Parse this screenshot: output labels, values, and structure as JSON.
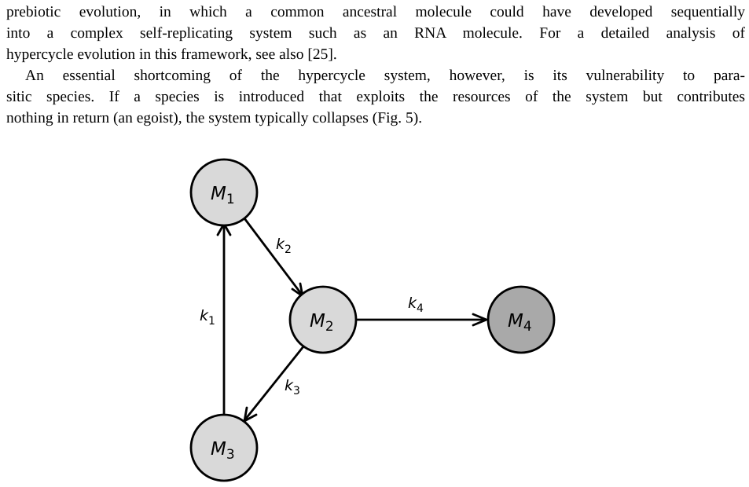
{
  "text": {
    "para1_line1": "prebiotic evolution, in which a common ancestral molecule could have developed sequentially",
    "para1_line2": "into a complex self-replicating system such as an RNA molecule. For a detailed analysis of",
    "para1_line3": "hypercycle evolution in this framework, see also [25].",
    "para2_line1": "An essential shortcoming of the hypercycle system, however, is its vulnerability to para-",
    "para2_line2": "sitic species. If a species is introduced that exploits the resources of the system but contributes",
    "para2_line3": "nothing in return (an egoist), the system typically collapses (Fig. 5)."
  },
  "figure": {
    "nodes": [
      {
        "id": "M1",
        "symbol": "M",
        "subscript": "1",
        "fill": "#d9d9d9"
      },
      {
        "id": "M2",
        "symbol": "M",
        "subscript": "2",
        "fill": "#d9d9d9"
      },
      {
        "id": "M3",
        "symbol": "M",
        "subscript": "3",
        "fill": "#d9d9d9"
      },
      {
        "id": "M4",
        "symbol": "M",
        "subscript": "4",
        "fill": "#a9a9a9"
      }
    ],
    "edges": [
      {
        "from": "M1",
        "to": "M2",
        "symbol": "k",
        "subscript": "2"
      },
      {
        "from": "M2",
        "to": "M3",
        "symbol": "k",
        "subscript": "3"
      },
      {
        "from": "M3",
        "to": "M1",
        "symbol": "k",
        "subscript": "1"
      },
      {
        "from": "M2",
        "to": "M4",
        "symbol": "k",
        "subscript": "4"
      }
    ]
  }
}
